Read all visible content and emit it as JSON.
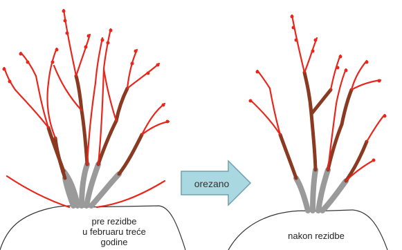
{
  "before": {
    "label_line1": "pre rezidbe",
    "label_line2": "u februaru treće",
    "label_line3": "godine"
  },
  "arrow": {
    "label": "orezano"
  },
  "after": {
    "label": "nakon rezidbe"
  },
  "colors": {
    "young_shoot": "#e8261c",
    "old_wood": "#8b3a22",
    "base_stem": "#9a9a9a",
    "arrow_fill": "#a9d8e0",
    "arrow_stroke": "#6f9fb0",
    "ground": "#333333"
  }
}
